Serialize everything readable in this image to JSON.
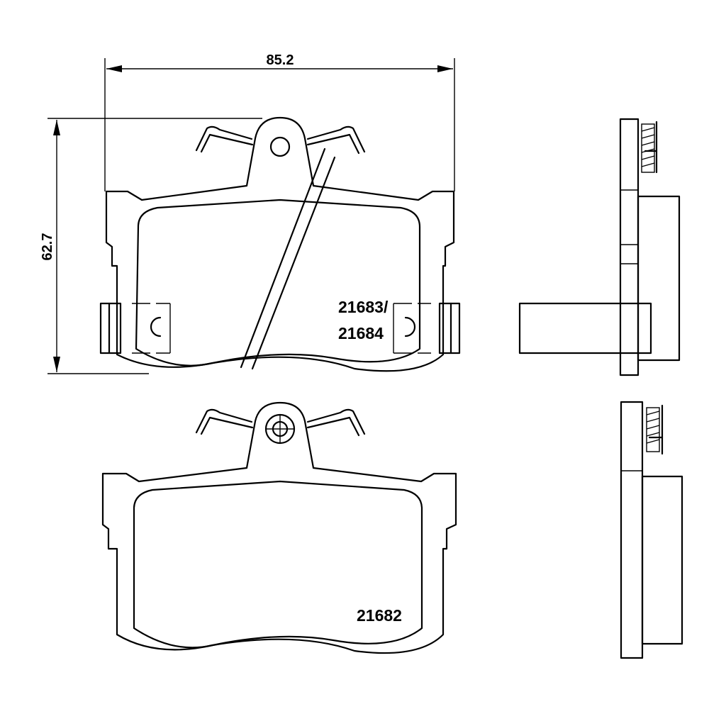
{
  "dimensions": {
    "width_label": "85.2",
    "height_label": "62.7"
  },
  "parts": {
    "top_pad_codes": [
      "21683/",
      "21684"
    ],
    "bottom_pad_code": "21682"
  }
}
